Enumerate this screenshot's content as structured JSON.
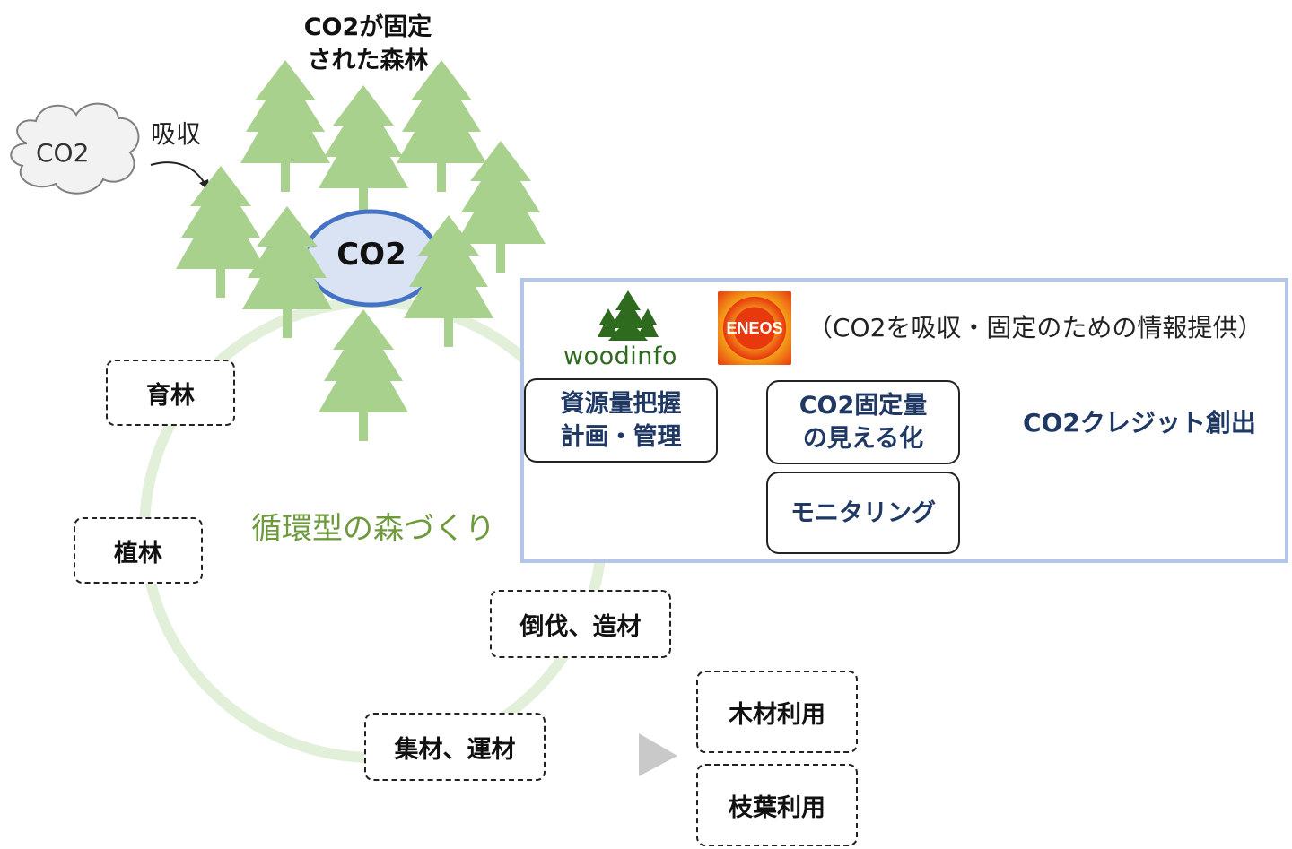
{
  "forest": {
    "title_line1": "CO2が固定",
    "title_line2": "された森林",
    "center_label": "CO2"
  },
  "cloud": {
    "label": "CO2",
    "arrow_label": "吸収"
  },
  "cycle": {
    "label": "循環型の森づくり",
    "steps": [
      "育林",
      "植林",
      "倒伐、造材",
      "集材、運材"
    ]
  },
  "uses": [
    "木材利用",
    "枝葉利用"
  ],
  "panel": {
    "woodinfo_logo_text": "woodinfo",
    "eneos_logo_text": "ENEOS",
    "info_text": "（CO2を吸収・固定のための情報提供）",
    "box1_line1": "資源量把握",
    "box1_line2": "計画・管理",
    "box2_line1": "CO2固定量",
    "box2_line2": "の見える化",
    "box3": "モニタリング",
    "result": "CO2クレジット創出"
  },
  "colors": {
    "tree": "#a9d18e",
    "cycle_ring": "#e2efd9",
    "cycle_text": "#6e9a3d",
    "ellipse_fill": "#dae3f3",
    "ellipse_stroke": "#4472c4",
    "panel_border": "#b4c6e7",
    "navy_text": "#1f3864",
    "eneos_red": "#e8380d"
  },
  "icons": [
    "cloud-icon",
    "curved-arrow-icon",
    "tree-icon",
    "triangle-arrow-icon"
  ]
}
